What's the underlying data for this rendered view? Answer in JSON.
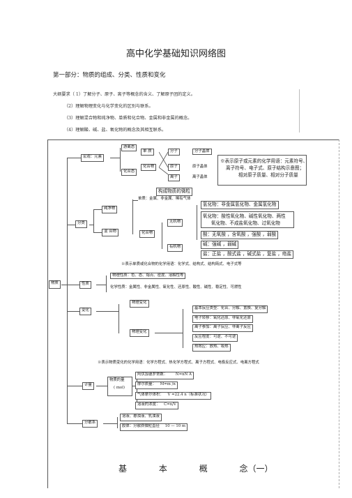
{
  "title": "高中化学基础知识网络图",
  "part_heading": "第一部分：物质的组成、分类、性质和变化",
  "requirements": [
    "大纲要求（ 1）了解分子、原子、离子等概念的含义、了解原子团的定义。",
    "（2）理解物理变化与化学变化的区别与联系。",
    "（3）理解混合物和纯净物、单质和化合物、金属和非金属的概念。",
    "（4）理解酸、碱、盐、氧化物的概念及其相互联系。"
  ],
  "map": {
    "root": "物质",
    "composition": {
      "label": "宏观：元素",
      "free_state": "游离态",
      "combined_state": "化合态",
      "simple": "单 质",
      "compound": "化合物",
      "molecule": "分子",
      "atom": "原子",
      "ion": "离子",
      "molecular_crystal": "分子晶体",
      "atomic_crystal": "原子晶体",
      "ionic_crystal": "离子晶体",
      "note1": "※表示原子或元素的化学用语：元素符号、",
      "note2": "离子符号、电子式、原子结构示意图；",
      "note3": "相对原子质量、相对分子质量",
      "micro": "构成物质的微粒"
    },
    "classification": {
      "label": "分类",
      "pure": "纯净物",
      "mixture": "混 合物",
      "elements_line": "单质：金属、非金属、稀有气体",
      "compound": "化合物",
      "inorganic": "无机物",
      "organic": "有机物",
      "hydride": "氢化物：非金属氢化物、金属氢化物",
      "oxide1": "氧化物：酸性氧化物、碱性氧化物、两性",
      "oxide2": "氧化物、不成盐氧化物、过氧化物",
      "acid": "酸：无氧酸 ，含氧酸 ，强酸 ，弱酸",
      "base": "碱：强碱 ，弱碱",
      "salt": "盐：正盐 ，酸式盐 ，碱式盐 ，复盐 ，络盐",
      "note": "※表示单质或化合物的化学用语：化学式、结构式、结构简式、电子式等"
    },
    "property": {
      "label": "性质",
      "physical": "物理性质：色、态、熔点、密度、溶解性等",
      "chemical": "化学性质：金属性、非金属性、氧化性、还原性、酸性、碱性、稳定性、可燃性"
    },
    "change": {
      "label": "变化",
      "physical": "物理变化",
      "chemical": "物理变化",
      "types": "基本反应类型：化合、分解、置换、复分解",
      "electron": "电子转移：氧化还原、非氧化还原",
      "ionic": "离子参加：离子反应、非离子反应",
      "degree": "反应程度：可逆、不可逆",
      "heat": "热效应：放热、吸热",
      "note": "※表示物质变化的化学用语：化学方程式、热化学方程式、离子方程式、电极反应式、电离方程式"
    },
    "amount": {
      "label": "计量",
      "mole": "物质的量",
      "mole_unit": "( mol)",
      "avogadro": "阿伏加德罗常数：",
      "avogadro_f": "N=nN A",
      "molar_mass": "摩尔质量：",
      "molar_mass_f": "M=m /n",
      "gas_volume": "气体摩尔体积：",
      "gas_volume_f": "V =22.4 n（标准状况）",
      "concentration": "溶液的浓度：",
      "concentration_f": "C=n/V"
    },
    "dispersion": {
      "label": "分散系",
      "kinds": "溶液、悬浊液、乳浊液",
      "colloid": "胶体：分散质微粒直径",
      "colloid_range": "10 — 10 m"
    }
  },
  "footer": [
    "基",
    "本",
    "概",
    "念（一）"
  ]
}
